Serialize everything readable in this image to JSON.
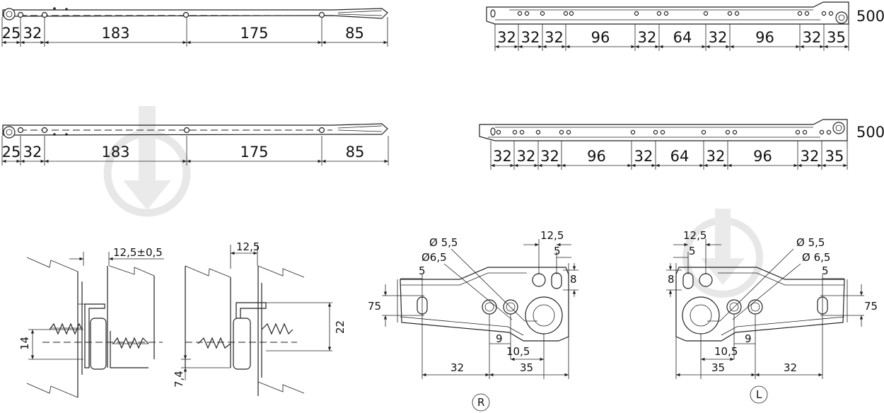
{
  "rails_left": {
    "top": {
      "dims": [
        "25",
        "32",
        "183",
        "175",
        "85"
      ]
    },
    "bottom": {
      "dims": [
        "25",
        "32",
        "183",
        "175",
        "85"
      ]
    }
  },
  "rails_right": {
    "top": {
      "dims": [
        "32",
        "32",
        "32",
        "96",
        "32",
        "64",
        "32",
        "96",
        "32",
        "35"
      ],
      "length": "500"
    },
    "bottom": {
      "dims": [
        "32",
        "32",
        "32",
        "96",
        "32",
        "64",
        "32",
        "96",
        "32",
        "35"
      ],
      "length": "500"
    }
  },
  "section_a": {
    "gap": "12,5±0,5",
    "height": "14"
  },
  "section_b": {
    "gap": "12,5",
    "height": "22",
    "offset": "7,4"
  },
  "bracket_r": {
    "label": "R",
    "d55": "Ø 5,5",
    "d65": "Ø6,5",
    "w125": "12,5",
    "s5a": "5",
    "s5b": "5",
    "h8": "8",
    "h75": "75",
    "h9": "9",
    "h105": "10,5",
    "w32": "32",
    "w35": "35"
  },
  "bracket_l": {
    "label": "L",
    "d55": "Ø 5,5",
    "d65": "Ø 6,5",
    "w125": "12,5",
    "s5a": "5",
    "s5b": "5",
    "h8": "8",
    "h75": "75",
    "h9": "9",
    "h105": "10,5",
    "w32": "32",
    "w35": "35"
  }
}
